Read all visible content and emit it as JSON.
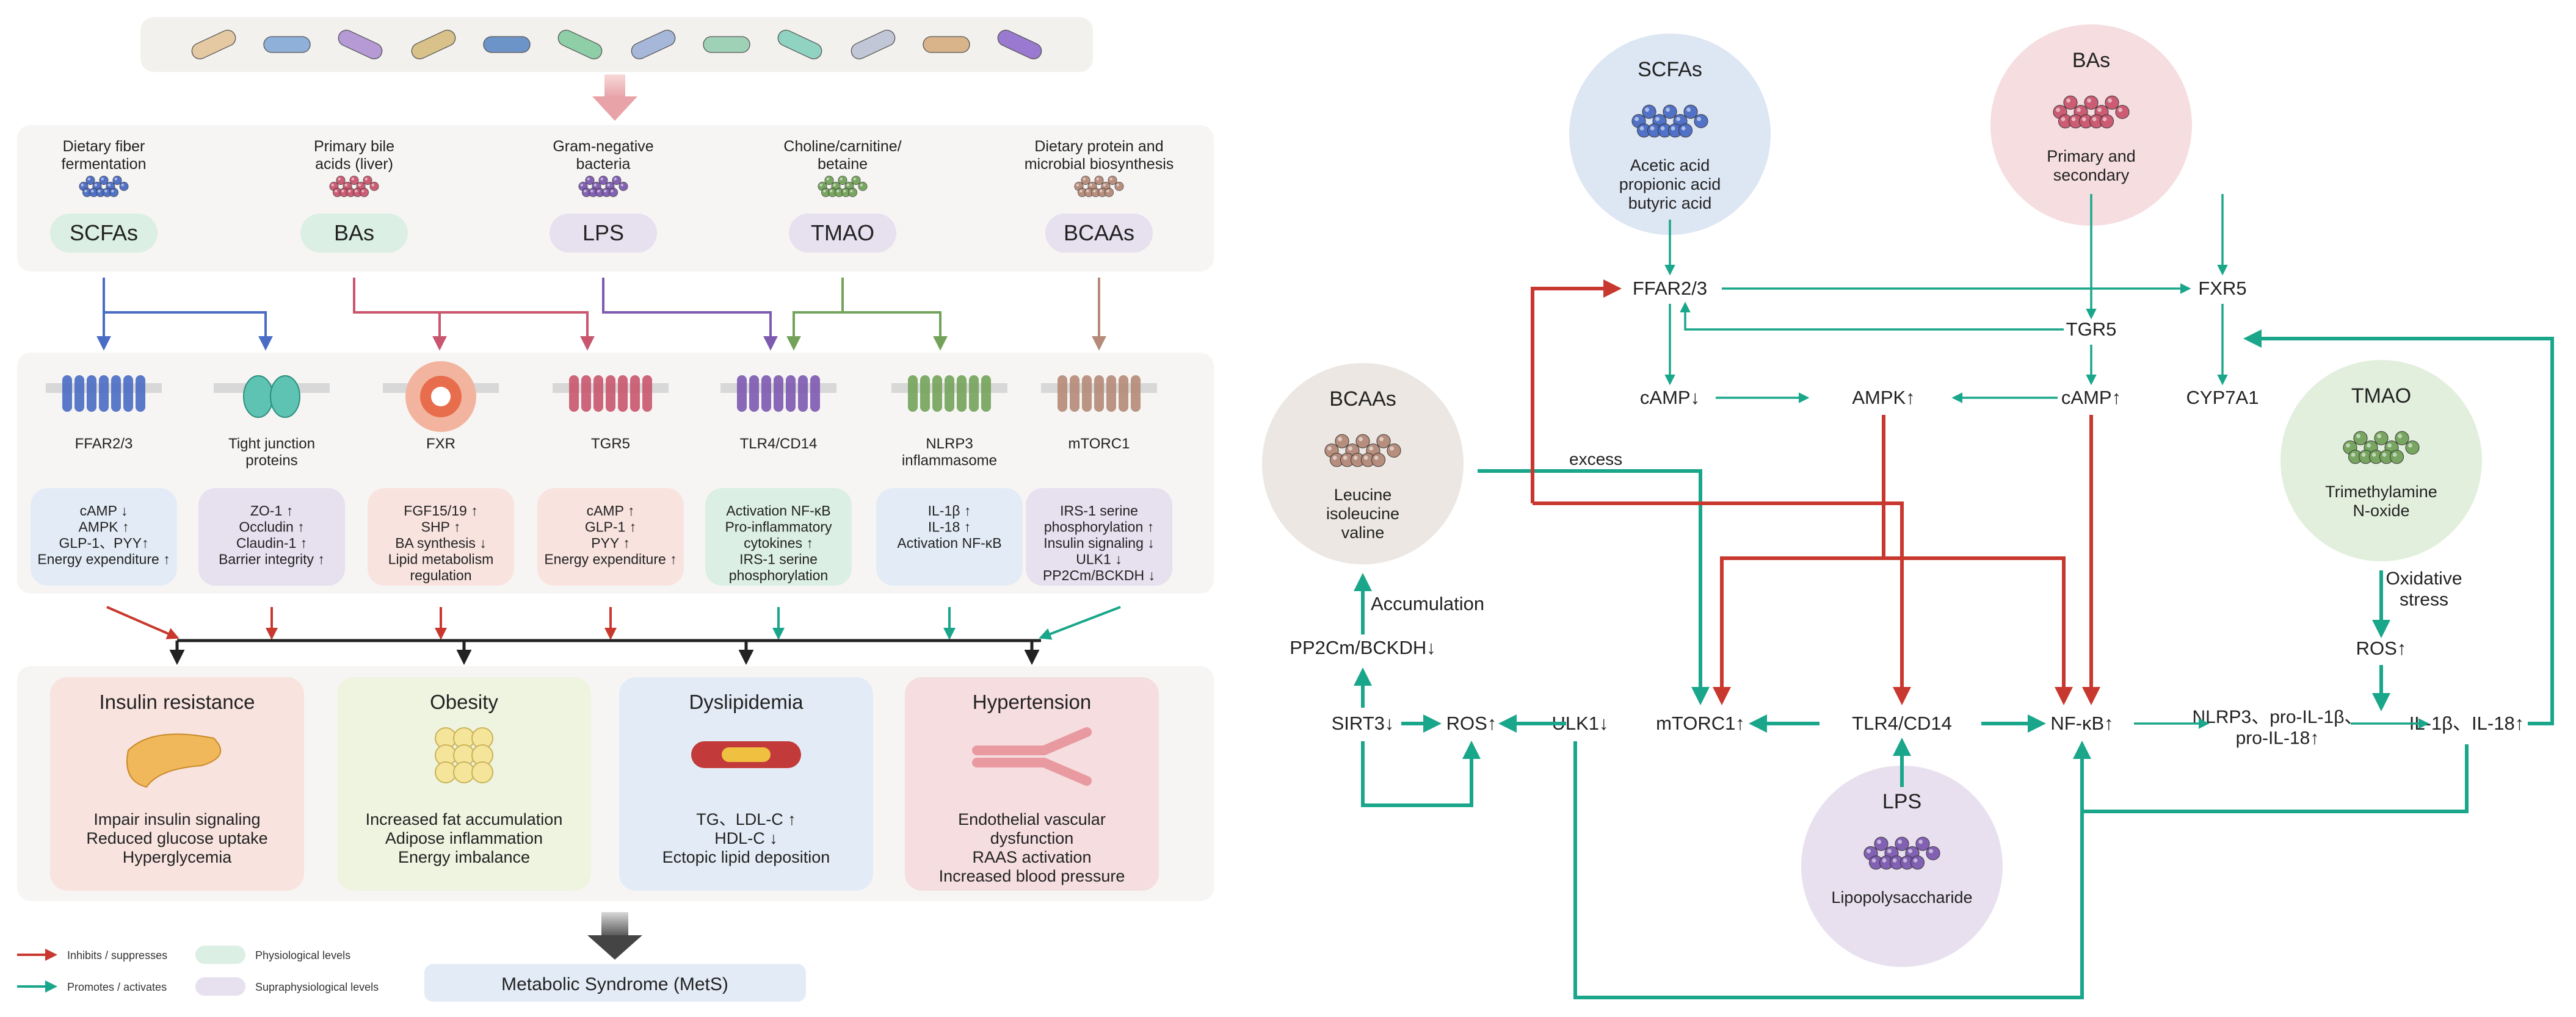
{
  "colors": {
    "inhibit": "#c8382e",
    "promote": "#1aa68a",
    "physiological_bg": "#dcefe4",
    "supraphysiological_bg": "#e6e0ef",
    "scfa_circle": "#dde6f3",
    "ba_circle": "#f5dde0",
    "bcaa_circle": "#ece7e2",
    "tmao_circle": "#e2efdd",
    "lps_circle": "#e8e0ef",
    "scfa_bead": "#4a6cc4",
    "ba_bead": "#c9566e",
    "lps_bead": "#7d5ab0",
    "tmao_bead": "#73a35a",
    "bcaa_bead": "#b58a78"
  },
  "left": {
    "sources": [
      {
        "origin": "Dietary fiber\nfermentation",
        "label": "SCFAs"
      },
      {
        "origin": "Primary bile\nacids (liver)",
        "label": "BAs"
      },
      {
        "origin": "Gram-negative\nbacteria",
        "label": "LPS"
      },
      {
        "origin": "Choline/carnitine/\nbetaine",
        "label": "TMAO"
      },
      {
        "origin": "Dietary protein and\nmicrobial biosynthesis",
        "label": "BCAAs"
      }
    ],
    "receptors": [
      {
        "label": "FFAR2/3",
        "effects": "cAMP ↓\nAMPK ↑\nGLP-1、PYY↑\nEnergy expenditure ↑"
      },
      {
        "label": "Tight junction\nproteins",
        "effects": "ZO-1 ↑\nOccludin ↑\nClaudin-1 ↑\nBarrier integrity ↑"
      },
      {
        "label": "FXR",
        "effects": "FGF15/19 ↑\nSHP ↑\nBA synthesis ↓\nLipid metabolism\nregulation"
      },
      {
        "label": "TGR5",
        "effects": "cAMP ↑\nGLP-1 ↑\nPYY ↑\nEnergy expenditure ↑"
      },
      {
        "label": "TLR4/CD14",
        "effects": "Activation NF-κB\nPro-inflammatory\ncytokines ↑\nIRS-1 serine\nphosphorylation"
      },
      {
        "label": "NLRP3\ninflammasome",
        "effects": "IL-1β ↑\nIL-18 ↑\nActivation NF-κB"
      },
      {
        "label": "mTORC1",
        "effects": "IRS-1 serine\nphosphorylation ↑\nInsulin signaling ↓\nULK1 ↓\nPP2Cm/BCKDH ↓"
      }
    ],
    "outcomes": [
      {
        "title": "Insulin resistance",
        "text": "Impair insulin signaling\nReduced glucose uptake\nHyperglycemia"
      },
      {
        "title": "Obesity",
        "text": "Increased fat accumulation\nAdipose inflammation\nEnergy imbalance"
      },
      {
        "title": "Dyslipidemia",
        "text": "TG、LDL-C ↑\nHDL-C ↓\nEctopic lipid deposition"
      },
      {
        "title": "Hypertension",
        "text": "Endothelial vascular\ndysfunction\nRAAS activation\nIncreased blood pressure"
      }
    ],
    "legend": {
      "inhibits": "Inhibits / suppresses",
      "promotes": "Promotes / activates",
      "physiological": "Physiological levels",
      "supraphysiological": "Supraphysiological levels"
    },
    "final": "Metabolic Syndrome (MetS)"
  },
  "right": {
    "circles": {
      "scfa": {
        "title": "SCFAs",
        "text": "Acetic acid\npropionic acid\nbutyric acid"
      },
      "ba": {
        "title": "BAs",
        "text": "Primary and\nsecondary"
      },
      "bcaa": {
        "title": "BCAAs",
        "text": "Leucine\nisoleucine\nvaline"
      },
      "tmao": {
        "title": "TMAO",
        "text": "Trimethylamine\nN-oxide"
      },
      "lps": {
        "title": "LPS",
        "text": "Lipopolysaccharide"
      }
    },
    "nodes": {
      "ffar": "FFAR2/3",
      "fxr5": "FXR5",
      "tgr5": "TGR5",
      "camp_down": "cAMP↓",
      "ampk_up": "AMPK↑",
      "camp_up": "cAMP↑",
      "cyp7a1": "CYP7A1",
      "excess": "excess",
      "accumulation": "Accumulation",
      "pp2cm": "PP2Cm/BCKDH↓",
      "sirt3": "SIRT3↓",
      "ros_left": "ROS↑",
      "ulk1": "ULK1↓",
      "mtorc1": "mTORC1↑",
      "tlr4": "TLR4/CD14",
      "nfkb": "NF-κB↑",
      "nlrp3": "NLRP3、pro-IL-1β、\npro-IL-18↑",
      "il": "IL-1β、IL-18↑",
      "oxidative": "Oxidative\nstress",
      "ros_right": "ROS↑"
    }
  }
}
